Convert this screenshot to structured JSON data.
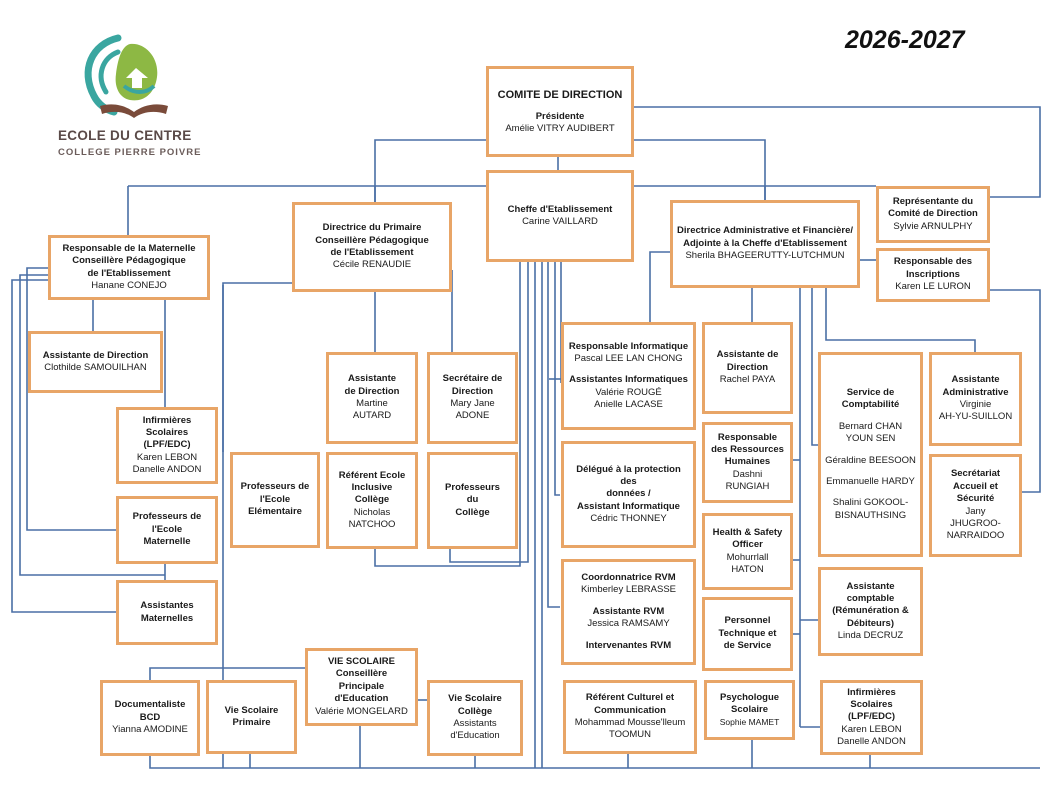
{
  "year": "2026-2027",
  "logo": {
    "line1": "ECOLE DU CENTRE",
    "line2": "COLLEGE PIERRE POIVRE"
  },
  "colors": {
    "border": "#e8a567",
    "line": "#4a6fa5",
    "logo_teal": "#3aa6a0",
    "logo_green": "#8db844",
    "logo_brown": "#7a4b3a"
  },
  "boxes": {
    "comite": {
      "heading": "COMITE DE DIRECTION",
      "role": "Présidente",
      "name": "Amélie VITRY AUDIBERT"
    },
    "cheffe": {
      "role": "Cheffe d'Etablissement",
      "name": "Carine VAILLARD"
    },
    "directrice_primaire": {
      "role": [
        "Directrice du Primaire",
        "Conseillère Pédagogique",
        "de l'Etablissement"
      ],
      "name": "Cécile RENAUDIE"
    },
    "resp_maternelle": {
      "role": [
        "Responsable de la Maternelle",
        "Conseillère Pédagogique",
        "de l'Etablissement"
      ],
      "name": "Hanane CONEJO"
    },
    "daf": {
      "role": [
        "Directrice Administrative et Financière/",
        "Adjointe à la Cheffe d'Etablissement"
      ],
      "name": "Sherila BHAGEERUTTY-LUTCHMUN"
    },
    "representante": {
      "role": [
        "Représentante du",
        "Comité de Direction"
      ],
      "name": "Sylvie ARNULPHY"
    },
    "resp_inscriptions": {
      "role": [
        "Responsable des",
        "Inscriptions"
      ],
      "name": "Karen LE LURON"
    },
    "assistante_direction_mat": {
      "role": [
        "Assistante de Direction"
      ],
      "name": "Clothilde SAMOUILHAN"
    },
    "infirmieres_gauche": {
      "role": [
        "Infirmières",
        "Scolaires (LPF/EDC)"
      ],
      "names": [
        "Karen LEBON",
        "Danelle ANDON"
      ]
    },
    "prof_maternelle": {
      "role": [
        "Professeurs de",
        "l'Ecole",
        "Maternelle"
      ]
    },
    "assistantes_maternelles": {
      "role": [
        "Assistantes",
        "Maternelles"
      ]
    },
    "prof_elementaire": {
      "role": [
        "Professeurs de",
        "l'Ecole",
        "Elémentaire"
      ]
    },
    "assistante_direction_prim": {
      "role": [
        "Assistante",
        "de Direction"
      ],
      "names": [
        "Martine",
        "AUTARD"
      ]
    },
    "secretaire_direction": {
      "role": [
        "Secrétaire de",
        "Direction"
      ],
      "names": [
        "Mary Jane",
        "ADONE"
      ]
    },
    "referent_inclusive": {
      "role": [
        "Référent Ecole",
        "Inclusive",
        "Collège"
      ],
      "names": [
        "Nicholas",
        "NATCHOO"
      ]
    },
    "prof_college": {
      "role": [
        "Professeurs",
        "du",
        "Collège"
      ]
    },
    "informatique": {
      "role1": "Responsable Informatique",
      "name1": "Pascal LEE LAN CHONG",
      "role2": "Assistantes Informatiques",
      "names2": [
        "Valérie ROUGÉ",
        "Anielle LACASE"
      ]
    },
    "assistante_direction_daf": {
      "role": [
        "Assistante de",
        "Direction"
      ],
      "name": "Rachel PAYA"
    },
    "rh": {
      "role": [
        "Responsable",
        "des Ressources",
        "Humaines"
      ],
      "names": [
        "Dashni",
        "RUNGIAH"
      ]
    },
    "dpo": {
      "role": [
        "Délégué à la protection des",
        "données /",
        "Assistant Informatique"
      ],
      "name": "Cédric THONNEY"
    },
    "hse": {
      "role": [
        "Health & Safety",
        "Officer"
      ],
      "names": [
        "Mohurrlall",
        "HATON"
      ]
    },
    "rvm": {
      "role1": "Coordonnatrice RVM",
      "name1": "Kimberley LEBRASSE",
      "role2": "Assistante RVM",
      "name2": "Jessica RAMSAMY",
      "role3": "Intervenantes RVM"
    },
    "personnel_technique": {
      "role": [
        "Personnel",
        "Technique et",
        "de Service"
      ]
    },
    "comptabilite": {
      "role": [
        "Service de",
        "Comptabilité"
      ],
      "names": [
        "Bernard CHAN",
        "YOUN SEN",
        "",
        "Géraldine BEESOON",
        "",
        "Emmanuelle HARDY",
        "",
        "Shalini GOKOOL-",
        "BISNAUTHSING"
      ]
    },
    "assistante_admin": {
      "role": [
        "Assistante",
        "Administrative"
      ],
      "names": [
        "Virginie",
        "AH-YU-SUILLON"
      ]
    },
    "secretariat_accueil": {
      "role": [
        "Secrétariat",
        "Accueil et",
        "Sécurité"
      ],
      "names": [
        "Jany",
        "JHUGROO-",
        "NARRAIDOO"
      ]
    },
    "assistante_comptable": {
      "role": [
        "Assistante",
        "comptable",
        "(Rémunération &",
        "Débiteurs)"
      ],
      "name": "Linda DECRUZ"
    },
    "documentaliste": {
      "role": [
        "Documentaliste",
        "BCD"
      ],
      "name": "Yianna AMODINE"
    },
    "vie_scolaire_primaire": {
      "role": [
        "Vie Scolaire",
        "Primaire"
      ]
    },
    "vie_scolaire": {
      "role": [
        "VIE SCOLAIRE",
        "Conseillère Principale",
        "d'Education"
      ],
      "name": "Valérie MONGELARD"
    },
    "vie_scolaire_college": {
      "role": [
        "Vie Scolaire Collège"
      ],
      "names": [
        "Assistants",
        "d'Education"
      ]
    },
    "referent_culturel": {
      "role": [
        "Référent Culturel et",
        "Communication"
      ],
      "names": [
        "Mohammad Mousse'lleum",
        "TOOMUN"
      ]
    },
    "psychologue": {
      "role": [
        "Psychologue",
        "Scolaire"
      ],
      "name": "Sophie MAMET"
    },
    "infirmieres_droite": {
      "role": [
        "Infirmières",
        "Scolaires (LPF/EDC)"
      ],
      "names": [
        "Karen LEBON",
        "Danelle ANDON"
      ]
    }
  }
}
